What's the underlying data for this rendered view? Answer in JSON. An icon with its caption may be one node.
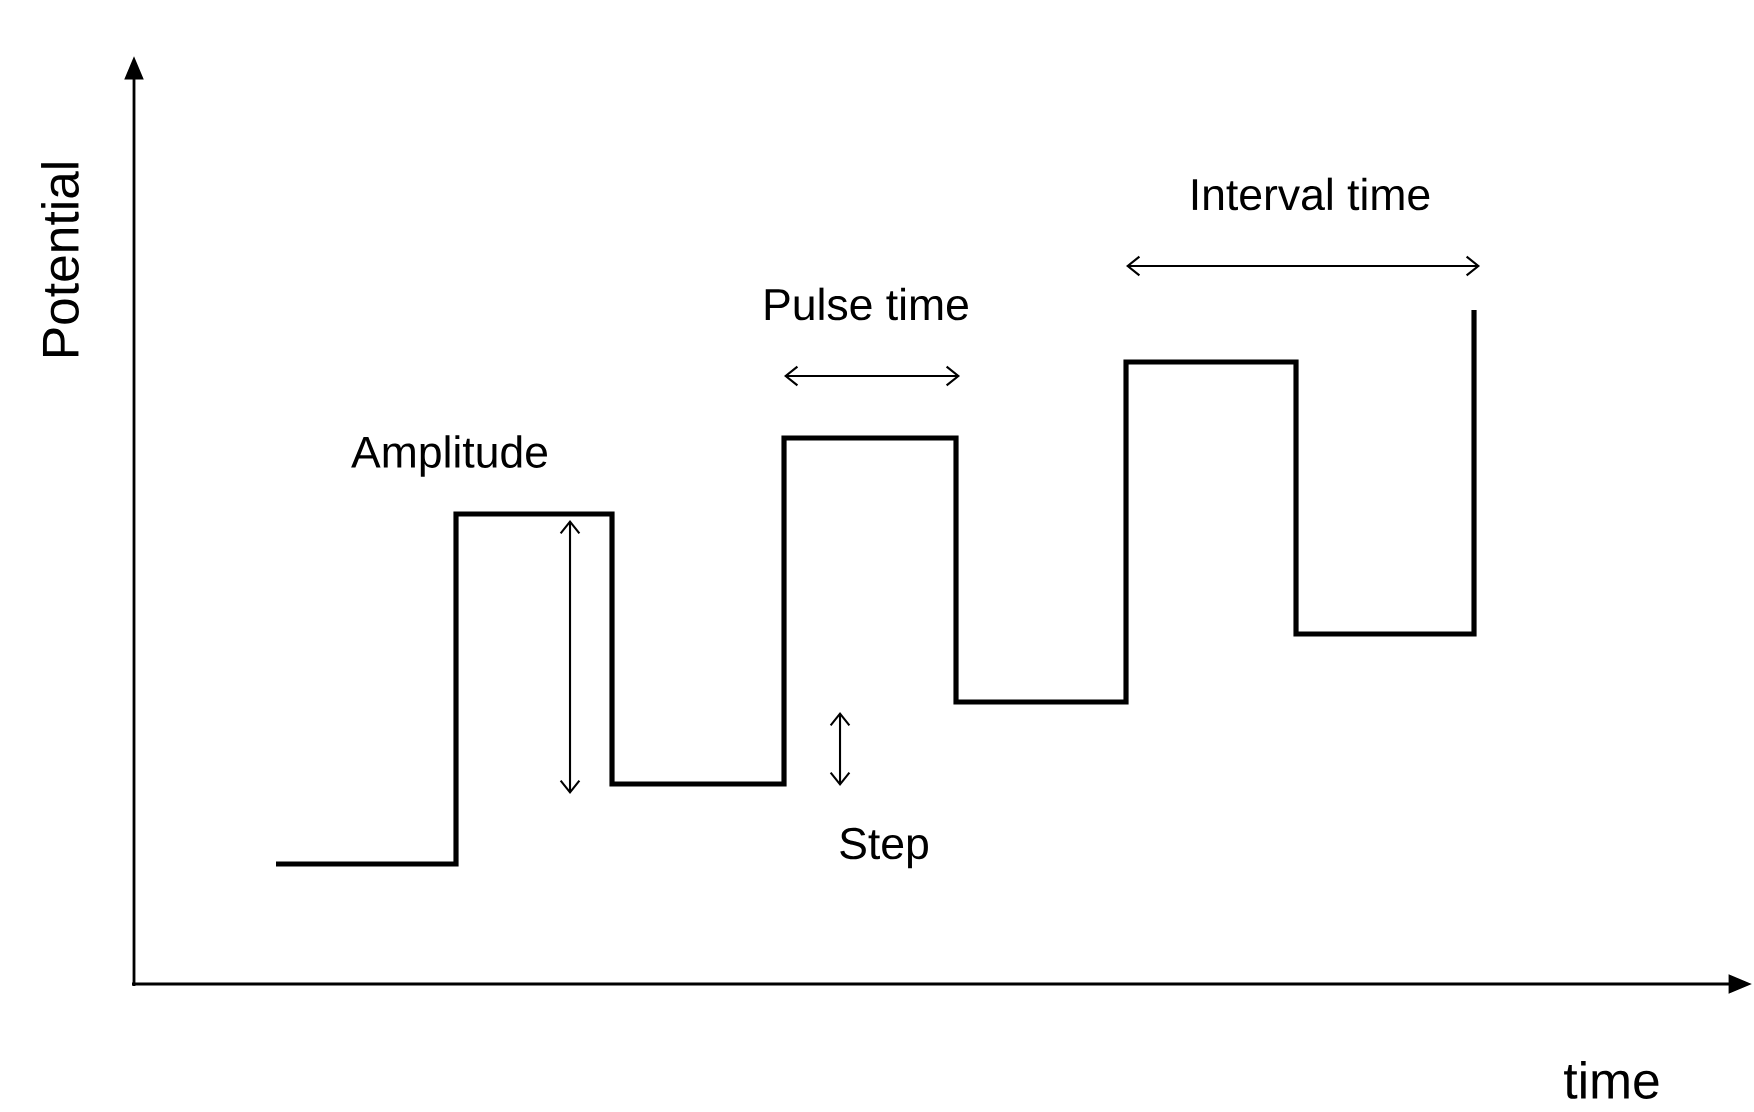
{
  "diagram": {
    "labels": [
      "Potential",
      "Interval time",
      "Pulse time",
      "Amplitude",
      "Step",
      "time"
    ]
  }
}
